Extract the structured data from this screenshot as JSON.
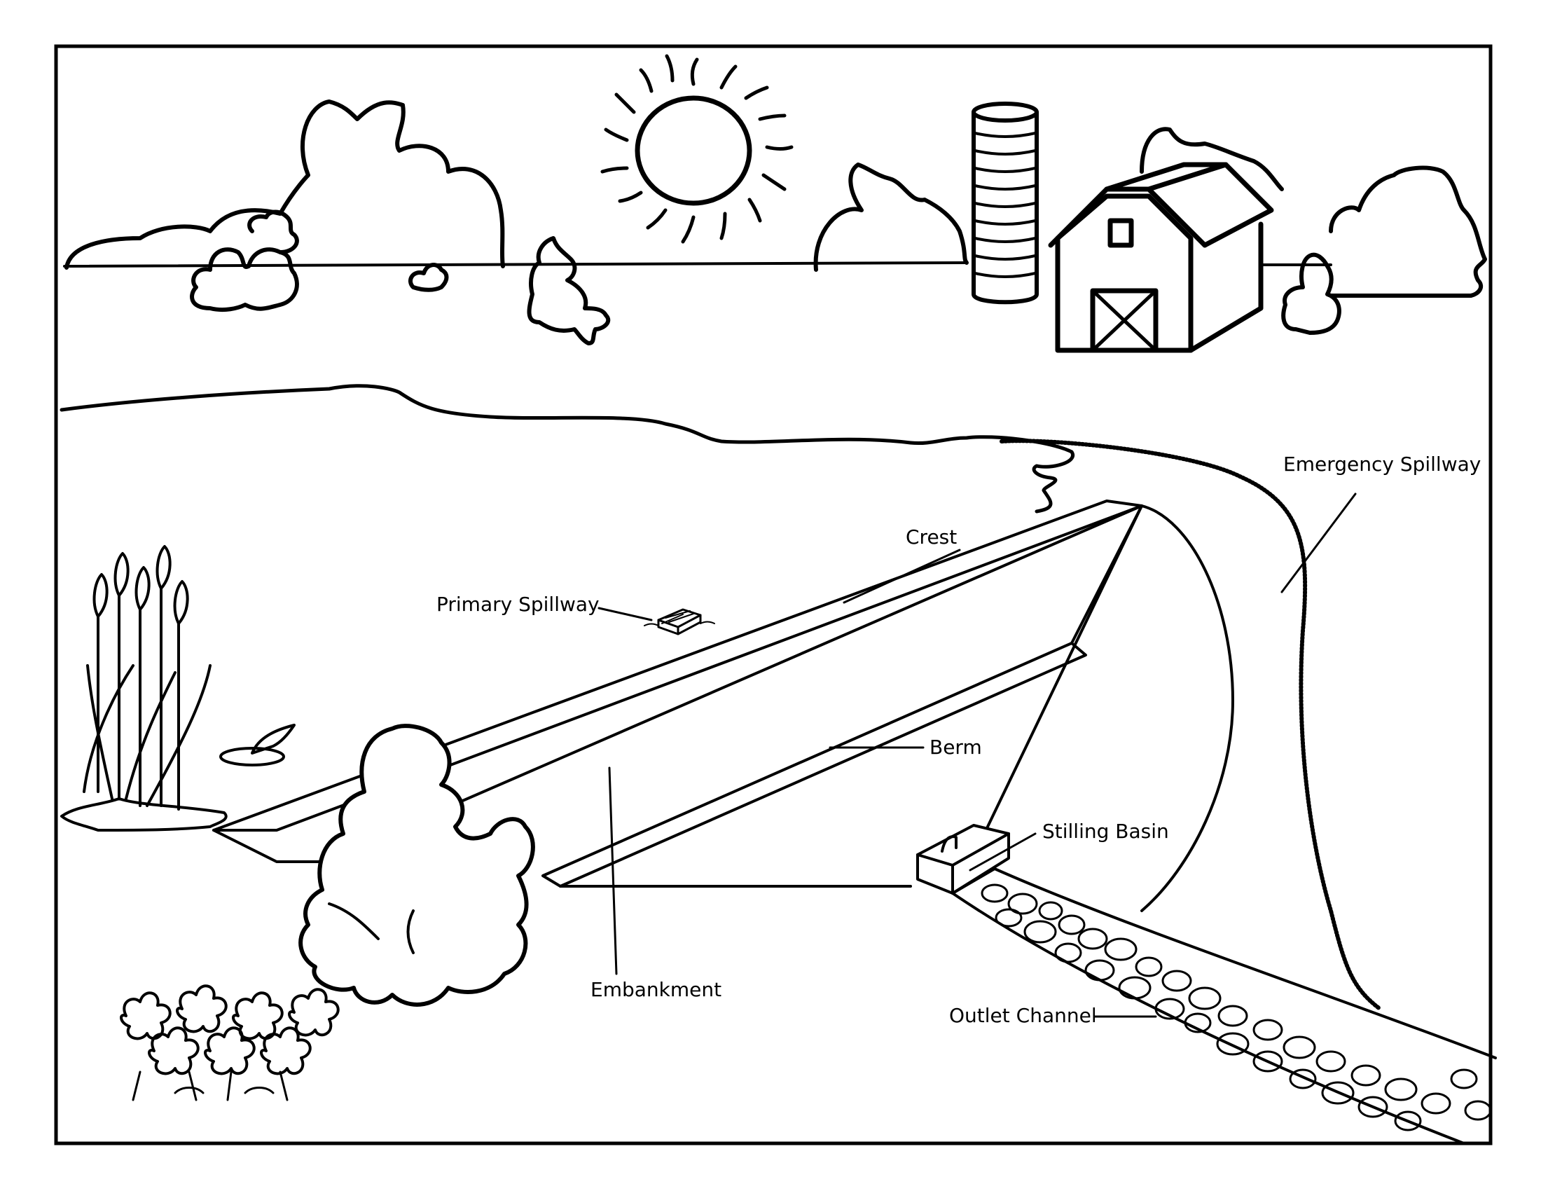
{
  "diagram": {
    "labels": {
      "crest": "Crest",
      "primary_spillway": "Primary Spillway",
      "emergency_spillway": "Emergency Spillway",
      "berm": "Berm",
      "stilling_basin": "Stilling Basin",
      "embankment": "Embankment",
      "outlet_channel": "Outlet Channel"
    },
    "icons": [
      "sun-icon",
      "barn-icon",
      "silo-icon",
      "cattail-icon",
      "fish-icon",
      "shrub-icon",
      "flower-icon",
      "rock-icon",
      "cloud-icon"
    ],
    "colors": {
      "ink": "#000000",
      "paper": "#ffffff"
    }
  }
}
